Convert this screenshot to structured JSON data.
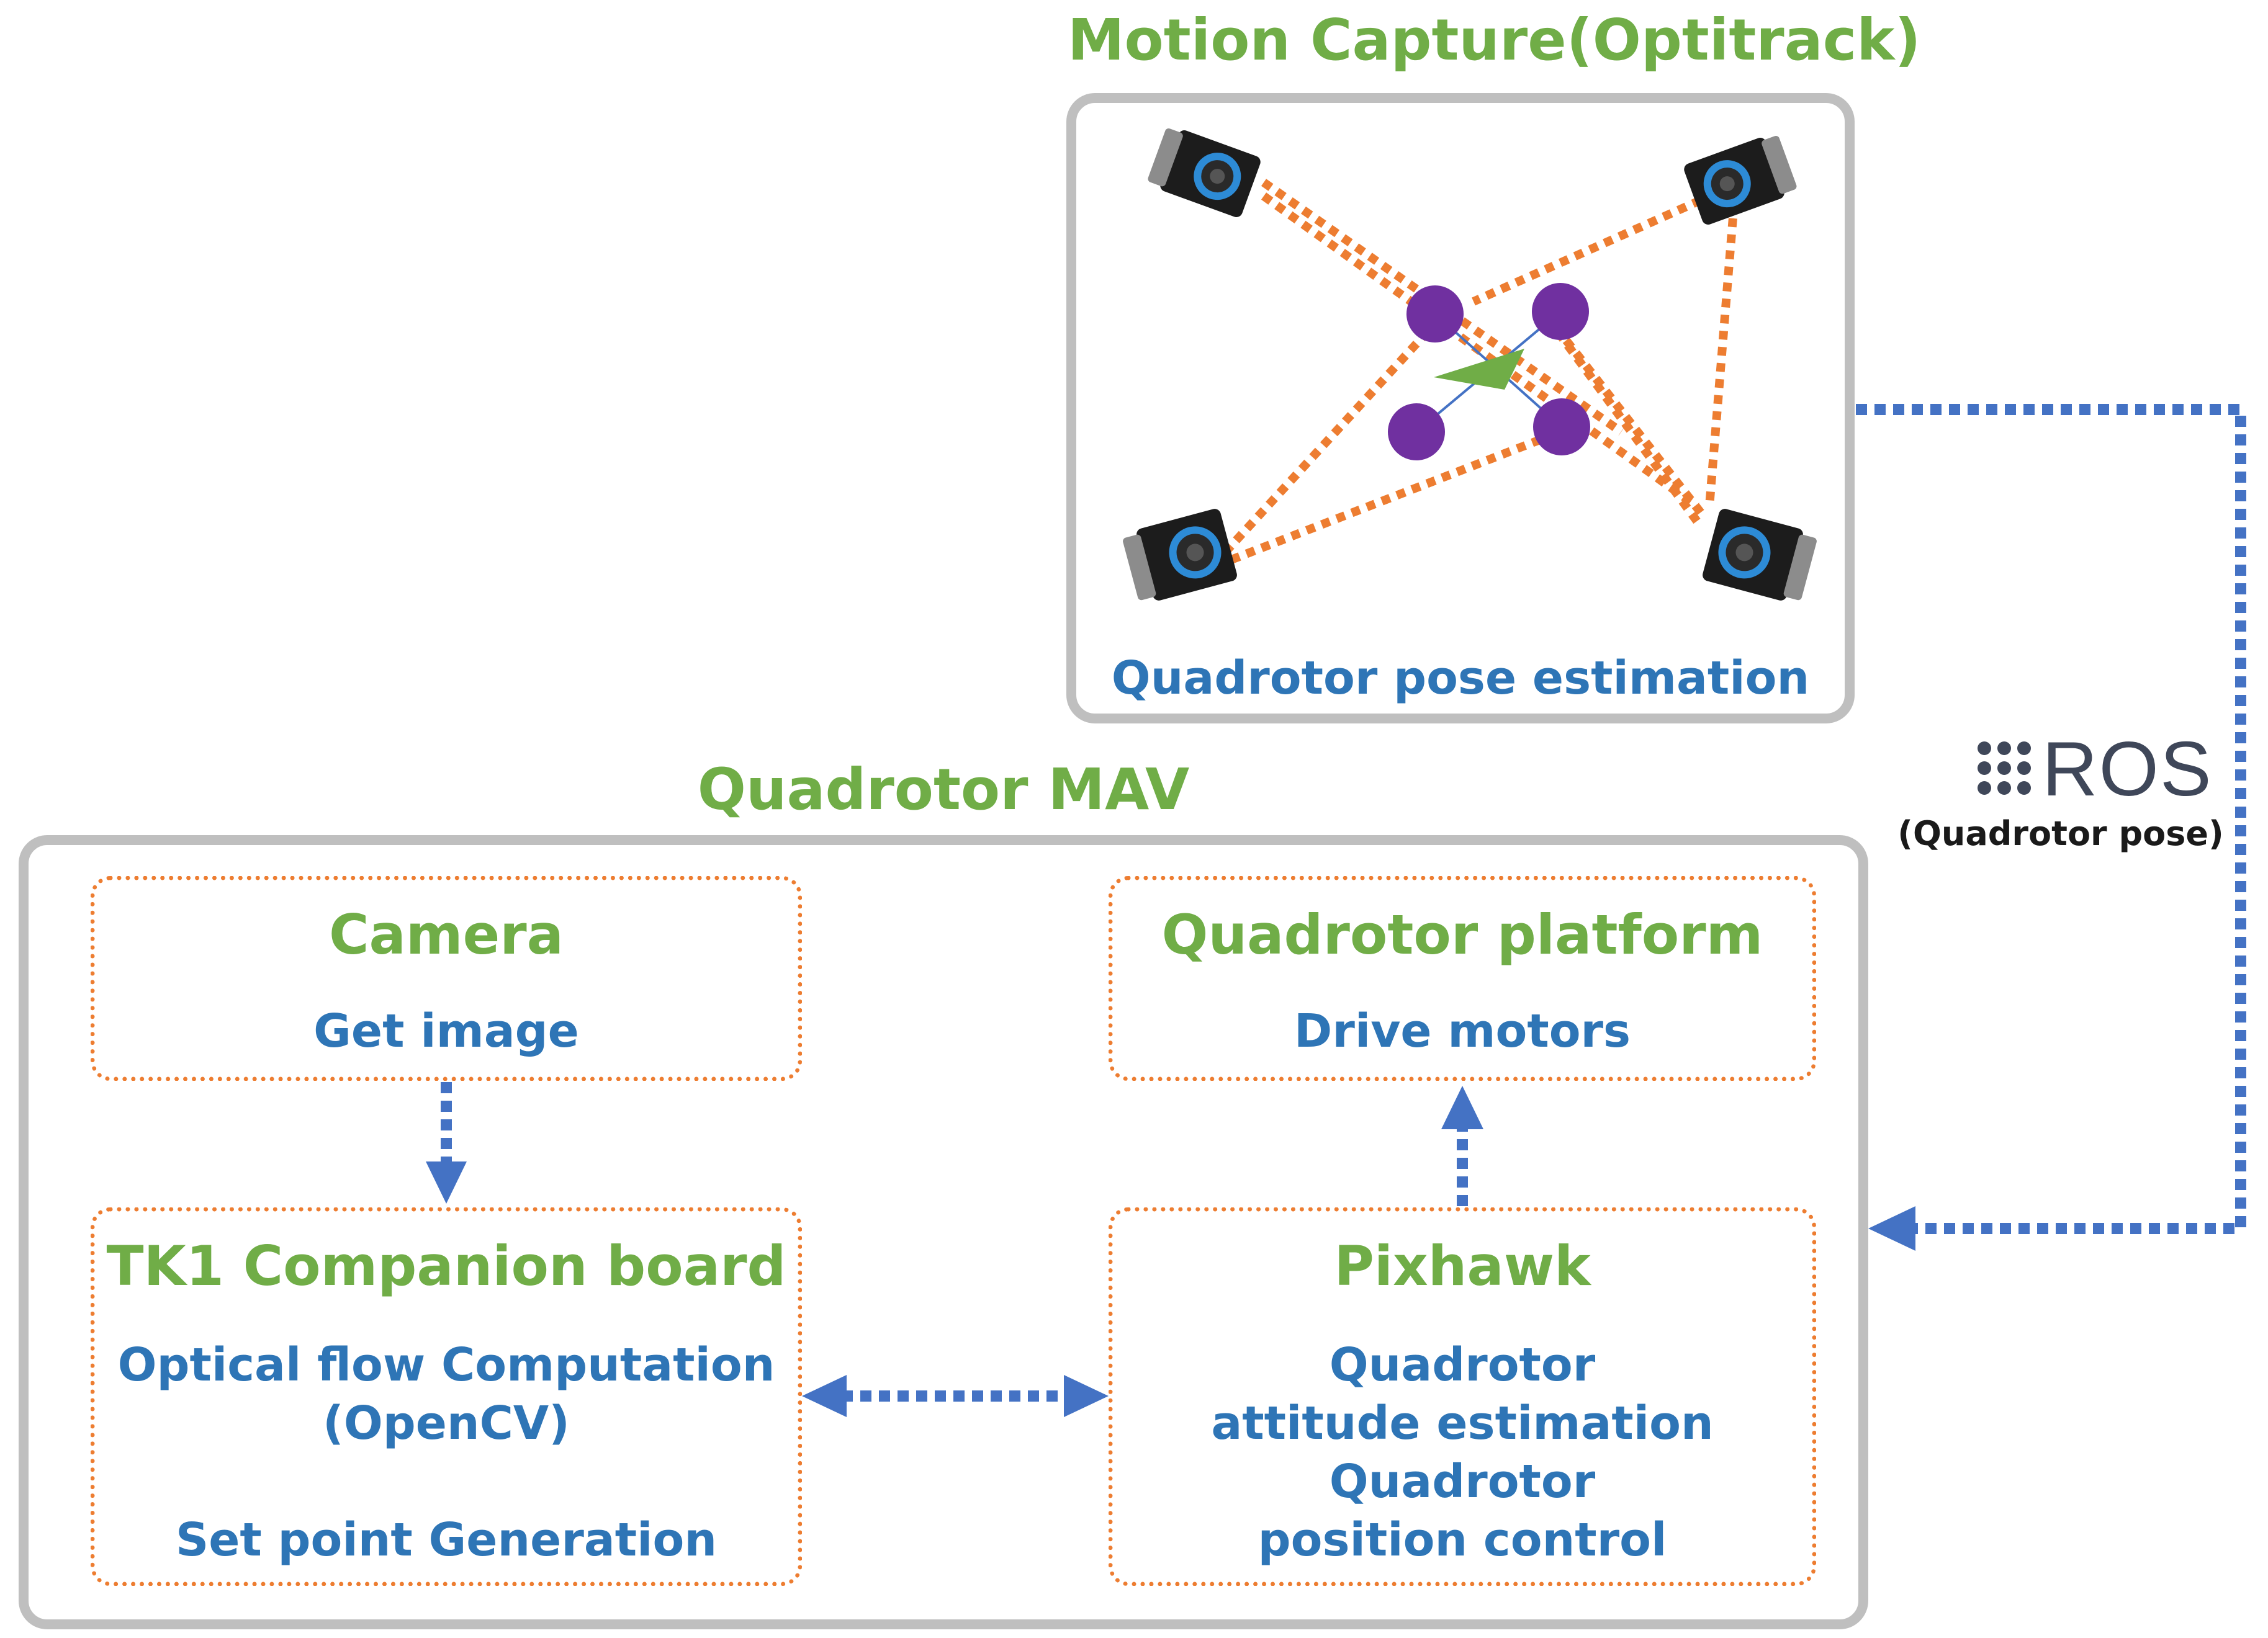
{
  "motion_capture": {
    "title": "Motion Capture(Optitrack)",
    "caption": "Quadrotor pose estimation"
  },
  "mav": {
    "title": "Quadrotor MAV",
    "camera": {
      "title": "Camera",
      "text": "Get image"
    },
    "platform": {
      "title": "Quadrotor platform",
      "text": "Drive motors"
    },
    "tk1": {
      "title": "TK1 Companion board",
      "line1": "Optical flow Computation",
      "line2": "(OpenCV)",
      "line3": "Set point Generation"
    },
    "pixhawk": {
      "title": "Pixhawk",
      "line1": "Quadrotor",
      "line2": "attitude estimation",
      "line3": "Quadrotor",
      "line4": "position control"
    }
  },
  "ros": {
    "logo_text": "ROS",
    "label": "(Quadrotor pose)"
  },
  "colors": {
    "title_green": "#70ad47",
    "text_blue": "#2e75b6",
    "node_border_orange": "#ed7d31",
    "group_border_gray": "#bfbfbf",
    "arrow_blue": "#4472c4",
    "marker_purple": "#7030a0",
    "ros_gray": "#3f4759"
  }
}
